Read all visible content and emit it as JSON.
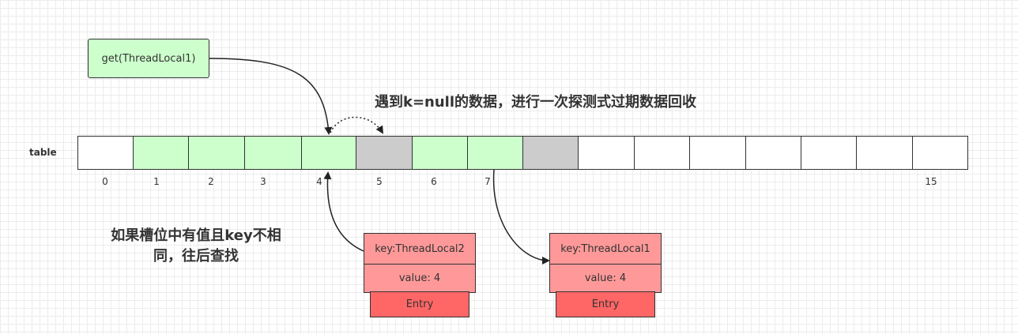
{
  "get_call": "get(ThreadLocal1)",
  "probe_note": "遇到k=null的数据，进行一次探测式过期数据回收",
  "collision_note_line1": "如果槽位中有值且key不相",
  "collision_note_line2": "同，往后查找",
  "table_label": "table",
  "slots": [
    {
      "state": "empty"
    },
    {
      "state": "green"
    },
    {
      "state": "green"
    },
    {
      "state": "green"
    },
    {
      "state": "green"
    },
    {
      "state": "gray"
    },
    {
      "state": "green"
    },
    {
      "state": "green"
    },
    {
      "state": "gray"
    },
    {
      "state": "empty"
    },
    {
      "state": "empty"
    },
    {
      "state": "empty"
    },
    {
      "state": "empty"
    },
    {
      "state": "empty"
    },
    {
      "state": "empty"
    },
    {
      "state": "empty"
    }
  ],
  "index_labels": [
    "0",
    "1",
    "2",
    "3",
    "4",
    "5",
    "6",
    "7",
    "15"
  ],
  "entry_a": {
    "key": "key:ThreadLocal2",
    "value": "value: 4",
    "type": "Entry"
  },
  "entry_b": {
    "key": "key:ThreadLocal1",
    "value": "value: 4",
    "type": "Entry"
  },
  "colors": {
    "occupied": "#ccffcc",
    "stale": "#cccccc",
    "entry_field": "#ff9999",
    "entry_type": "#ff6666"
  }
}
